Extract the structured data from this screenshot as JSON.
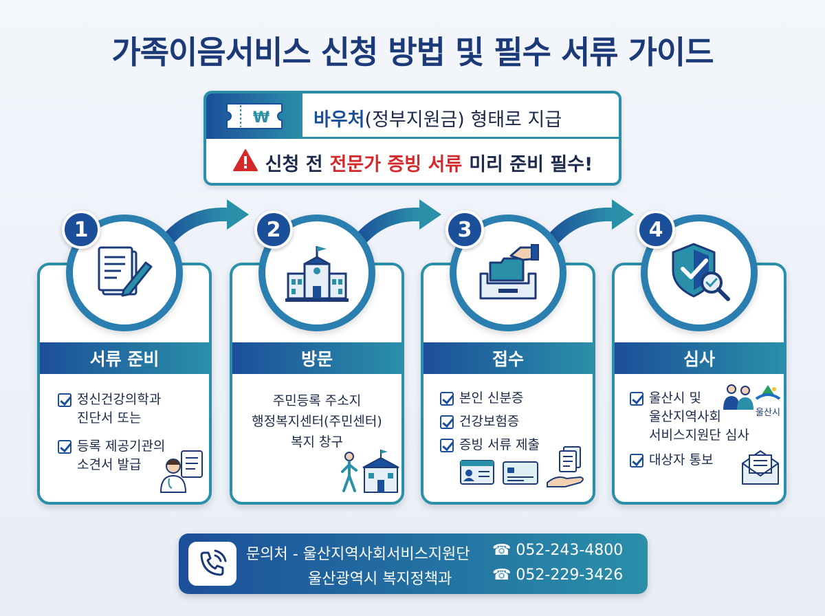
{
  "title": "가족이음서비스 신청 방법 및 필수 서류 가이드",
  "voucher": {
    "highlight": "바우처",
    "rest": "(정부지원금) 형태로 지급",
    "currency_symbol": "₩"
  },
  "warning": {
    "part1": "신청 전",
    "part2": "전문가 증빙 서류",
    "part3": "미리 준비 필수!"
  },
  "steps": [
    {
      "number": "1",
      "title": "서류 준비",
      "items": [
        "정신건강의학과\n진단서 또는",
        "등록 제공기관의\n소견서 발급"
      ]
    },
    {
      "number": "2",
      "title": "방문",
      "text": "주민등록 주소지\n행정복지센터(주민센터)\n복지 창구"
    },
    {
      "number": "3",
      "title": "접수",
      "items": [
        "본인 신분증",
        "건강보험증",
        "증빙 서류 제출"
      ]
    },
    {
      "number": "4",
      "title": "심사",
      "items": [
        "울산시 및\n울산지역사회\n서비스지원단 심사",
        "대상자 통보"
      ],
      "logo_text": "울산시"
    }
  ],
  "contact": {
    "label": "문의처 - ",
    "org1": "울산지역사회서비스지원단",
    "phone1": "☎ 052-243-4800",
    "org2": "울산광역시 복지정책과",
    "phone2": "☎ 052-229-3426"
  },
  "colors": {
    "navy": "#1c3a78",
    "blue": "#1c4f9a",
    "teal": "#2a8fa8",
    "red": "#d62828"
  }
}
